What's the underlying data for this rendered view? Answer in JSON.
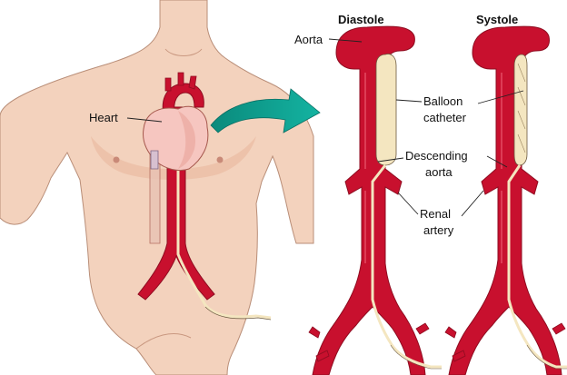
{
  "headers": {
    "diastole": "Diastole",
    "systole": "Systole"
  },
  "labels": {
    "heart": "Heart",
    "aorta": "Aorta",
    "balloon_line1": "Balloon",
    "balloon_line2": "catheter",
    "descending_line1": "Descending",
    "descending_line2": "aorta",
    "renal_line1": "Renal",
    "renal_line2": "artery"
  },
  "colors": {
    "skin": "#f3d2bd",
    "skin_shadow": "#e7b59a",
    "artery": "#c8102e",
    "artery_dark": "#8e0c20",
    "balloon": "#f4e6c0",
    "arrow": "#0e9f8f",
    "heart": "#f6c6c0"
  }
}
